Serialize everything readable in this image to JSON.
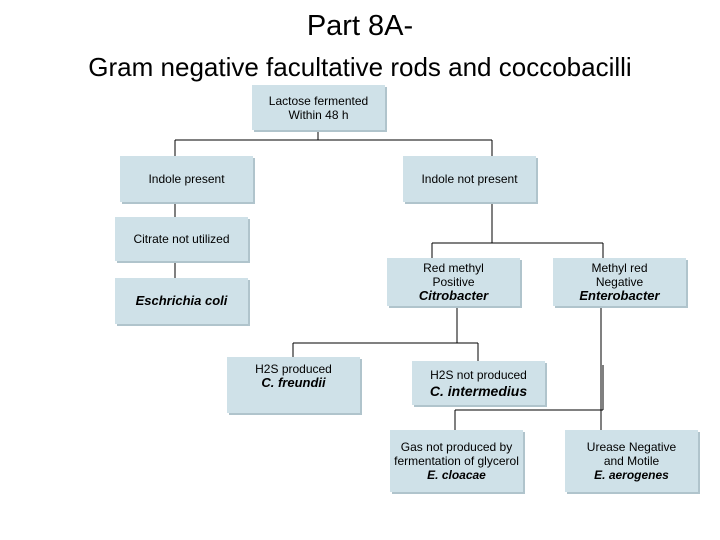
{
  "title": "Part 8A-",
  "subtitle": "Gram negative facultative rods and coccobacilli",
  "boxes": {
    "lactose": {
      "line1": "Lactose fermented",
      "line2": "Within 48 h"
    },
    "indole_present": {
      "label": "Indole present"
    },
    "indole_not_present": {
      "label": "Indole not present"
    },
    "citrate": {
      "label": "Citrate not utilized"
    },
    "eschrichia": {
      "organism": "Eschrichia coli"
    },
    "red_methyl": {
      "line1": "Red methyl",
      "line2": "Positive",
      "organism": "Citrobacter"
    },
    "methyl_red_neg": {
      "line1": "Methyl red",
      "line2": "Negative",
      "organism": "Enterobacter"
    },
    "h2s_produced": {
      "label": "H2S produced",
      "organism": "C. freundii"
    },
    "h2s_not_produced": {
      "label": "H2S not produced",
      "organism": "C. intermedius"
    },
    "gas": {
      "line1": "Gas not produced by",
      "line2": "fermentation of glycerol",
      "organism": "E. cloacae"
    },
    "urease": {
      "line1": "Urease Negative",
      "line2": "and Motile",
      "organism": "E. aerogenes"
    }
  },
  "colors": {
    "box_fill": "#cfe1e8",
    "line": "#000000"
  }
}
